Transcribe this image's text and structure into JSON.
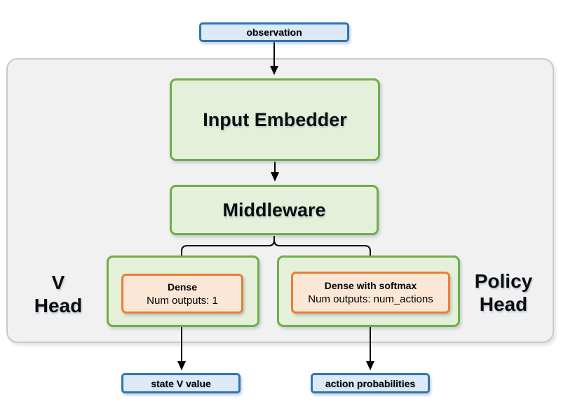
{
  "nodes": {
    "observation": {
      "label": "observation"
    },
    "input_embedder": {
      "label": "Input Embedder"
    },
    "middleware": {
      "label": "Middleware"
    },
    "v_head": {
      "group_label_line1": "V",
      "group_label_line2": "Head",
      "layer_title": "Dense",
      "layer_detail": "Num outputs: 1",
      "output_label": "state V value"
    },
    "policy_head": {
      "group_label_line1": "Policy",
      "group_label_line2": "Head",
      "layer_title": "Dense with softmax",
      "layer_detail": "Num outputs: num_actions",
      "output_label": "action probabilities"
    }
  },
  "colors": {
    "io_box_fill": "#dce9f6",
    "io_box_border": "#2e75b6",
    "block_fill": "#e4f0da",
    "block_border": "#70ad47",
    "layer_fill": "#fce7d7",
    "layer_border": "#ed7d31",
    "container_fill": "#f1f1f2",
    "container_border": "#c8c8c8",
    "arrow": "#000000"
  }
}
